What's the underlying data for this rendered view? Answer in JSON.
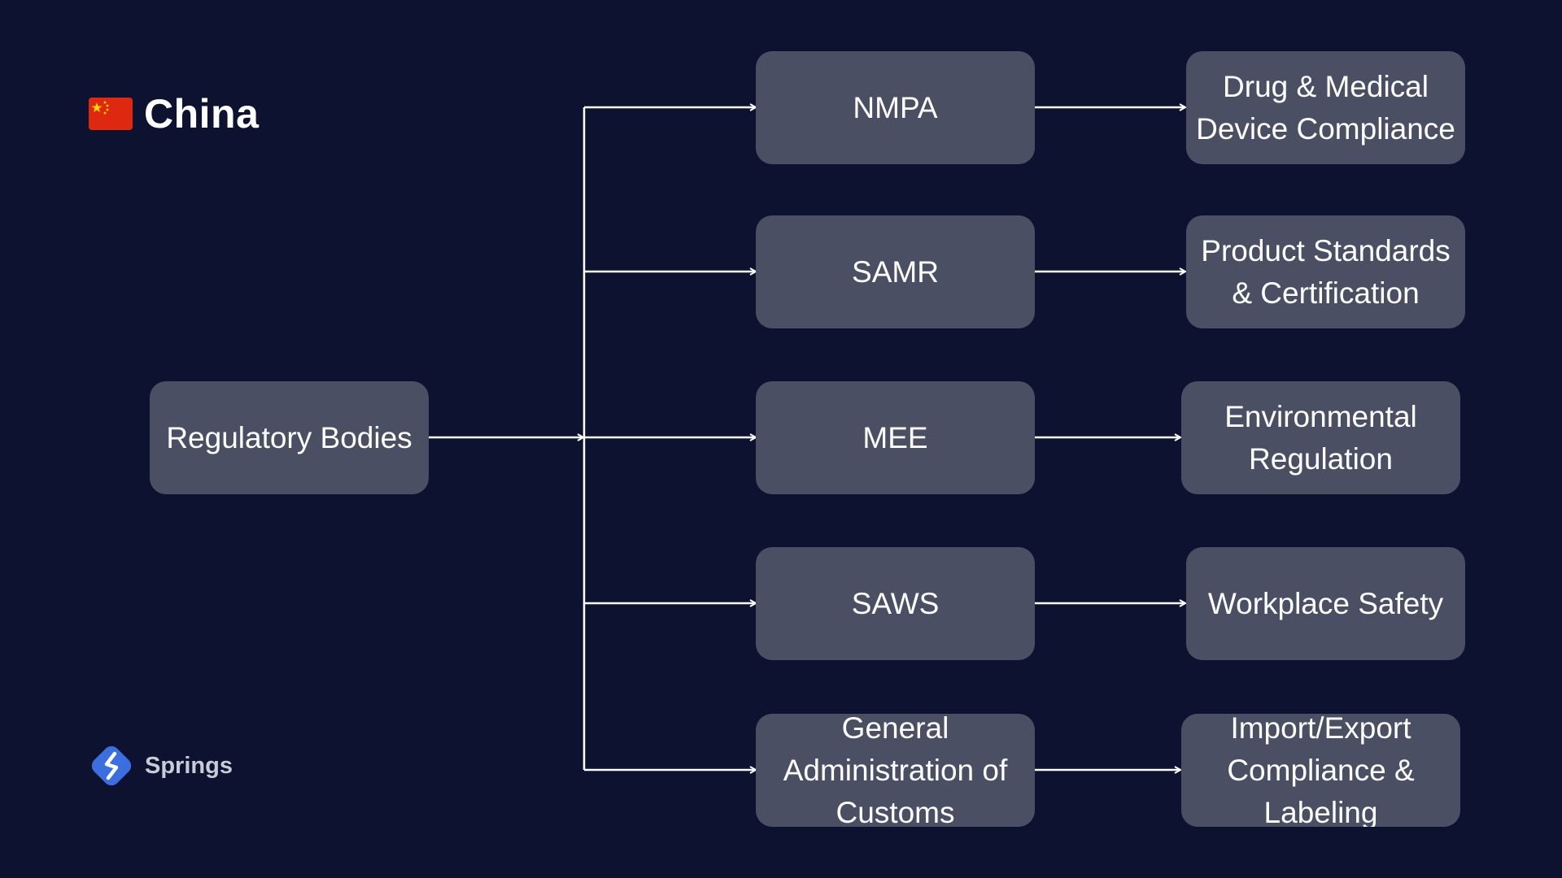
{
  "header": {
    "flag_icon": "china-flag-icon",
    "title": "China"
  },
  "diagram": {
    "root": "Regulatory Bodies",
    "bodies": [
      {
        "name": "NMPA",
        "focus": "Drug & Medical Device Compliance"
      },
      {
        "name": "SAMR",
        "focus": "Product Standards & Certification"
      },
      {
        "name": "MEE",
        "focus": "Environmental Regulation"
      },
      {
        "name": "SAWS",
        "focus": "Workplace Safety"
      },
      {
        "name": "General Administration of Customs",
        "focus": "Import/Export Compliance & Labeling"
      }
    ]
  },
  "brand": {
    "logo_icon": "springs-logo-icon",
    "name": "Springs"
  },
  "colors": {
    "background": "#0c1230",
    "box": "#4a4f63",
    "text": "#ffffff",
    "flag_red": "#de2910",
    "flag_star": "#ffde00",
    "brand_blue": "#3b6fe0"
  }
}
